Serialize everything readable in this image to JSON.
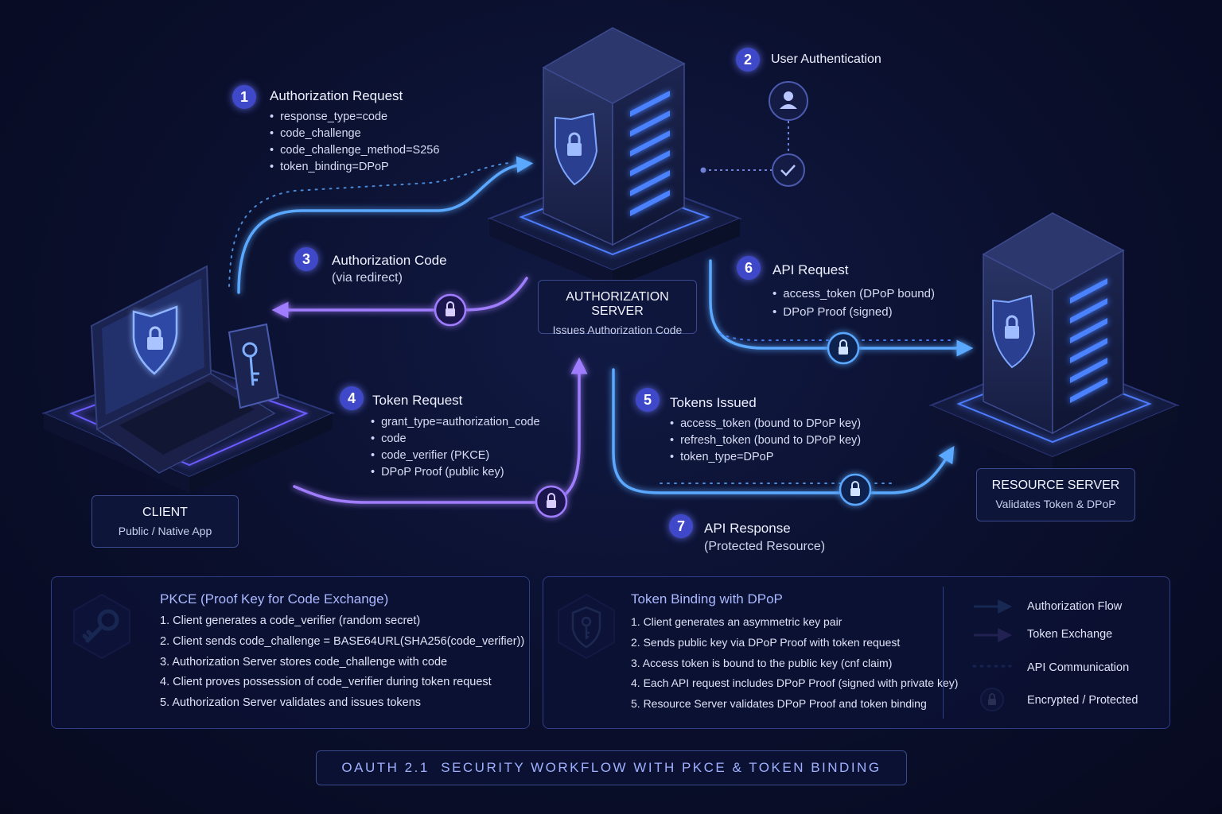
{
  "colors": {
    "background": "#0a0f2c",
    "authorization_flow": "#5aa8ff",
    "token_exchange": "#a07dff",
    "api_communication": "#4b82ff",
    "badge": "#3f48c8"
  },
  "icons": [
    "shield-lock-icon",
    "server-icon",
    "laptop-icon",
    "phone-key-icon",
    "user-icon",
    "check-icon",
    "lock-icon",
    "key-icon",
    "shield-key-icon"
  ],
  "steps": {
    "s1": {
      "num": "1",
      "title": "Authorization Request",
      "bullets": [
        "response_type=code",
        "code_challenge",
        "code_challenge_method=S256",
        "token_binding=DPoP"
      ]
    },
    "s2": {
      "num": "2",
      "title": "User Authentication"
    },
    "s3": {
      "num": "3",
      "title": "Authorization Code",
      "subtitle": "(via redirect)"
    },
    "s4": {
      "num": "4",
      "title": "Token Request",
      "bullets": [
        "grant_type=authorization_code",
        "code",
        "code_verifier (PKCE)",
        "DPoP Proof (public key)"
      ]
    },
    "s5": {
      "num": "5",
      "title": "Tokens Issued",
      "bullets": [
        "access_token (bound to DPoP key)",
        "refresh_token (bound to DPoP key)",
        "token_type=DPoP"
      ]
    },
    "s6": {
      "num": "6",
      "title": "API Request",
      "bullets": [
        "access_token (DPoP bound)",
        "DPoP Proof (signed)"
      ]
    },
    "s7": {
      "num": "7",
      "title": "API Response",
      "subtitle": "(Protected Resource)"
    }
  },
  "nodes": {
    "client": {
      "title": "CLIENT",
      "subtitle": "Public / Native App"
    },
    "auth_server": {
      "title": "AUTHORIZATION SERVER",
      "subtitle": "Issues Authorization Code"
    },
    "resource_server": {
      "title": "RESOURCE SERVER",
      "subtitle": "Validates Token & DPoP"
    }
  },
  "pkce_panel": {
    "title": "PKCE (Proof Key for Code Exchange)",
    "items": [
      "1. Client generates a code_verifier (random secret)",
      "2. Client sends code_challenge = BASE64URL(SHA256(code_verifier))",
      "3. Authorization Server stores code_challenge with code",
      "4. Client proves possession of code_verifier during token request",
      "5. Authorization Server validates and issues tokens"
    ]
  },
  "dpop_panel": {
    "title": "Token Binding with DPoP",
    "items": [
      "1. Client generates an asymmetric key pair",
      "2. Sends public key via DPoP Proof with token request",
      "3. Access token is bound to the public key (cnf claim)",
      "4. Each API request includes DPoP Proof (signed with private key)",
      "5. Resource Server validates DPoP Proof and token binding"
    ]
  },
  "legend": {
    "authorization_flow": "Authorization Flow",
    "token_exchange": "Token Exchange",
    "api_communication": "API Communication",
    "encrypted": "Encrypted / Protected"
  },
  "footer": "OAUTH 2.1  SECURITY WORKFLOW WITH PKCE & TOKEN BINDING"
}
